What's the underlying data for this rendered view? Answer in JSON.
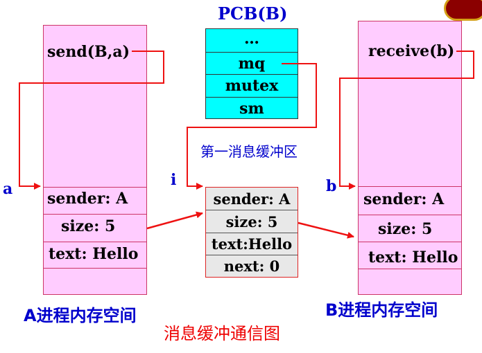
{
  "pcb": {
    "title": "PCB(B)",
    "rows": [
      "…",
      "mq",
      "mutex",
      "sm"
    ]
  },
  "process_a": {
    "call": "send(B,a)",
    "pointer_label": "a",
    "fields": [
      "sender: A",
      "size: 5",
      "text: Hello"
    ],
    "caption": "A进程内存空间"
  },
  "buffer": {
    "caption": "第一消息缓冲区",
    "pointer_label": "i",
    "fields": [
      "sender: A",
      "size: 5",
      "text:Hello",
      "next: 0"
    ]
  },
  "process_b": {
    "call": "receive(b)",
    "pointer_label": "b",
    "fields": [
      "sender: A",
      "size: 5",
      "text: Hello"
    ],
    "caption": "B进程内存空间"
  },
  "figure_title": "消息缓冲通信图",
  "colors": {
    "memory_fill": "#ffccff",
    "pcb_fill": "#00ffff",
    "arrow": "#ee1111",
    "caption_blue": "#0000cc",
    "title_red": "#ee0000"
  }
}
